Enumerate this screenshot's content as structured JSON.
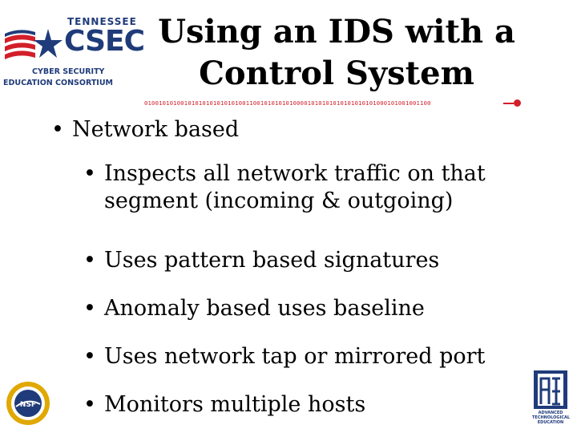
{
  "logo": {
    "state": "TENNESSEE",
    "name": "CSEC",
    "line1": "CYBER SECURITY",
    "line2": "EDUCATION CONSORTIUM"
  },
  "slide": {
    "title_line1": "Using an IDS with a",
    "title_line2": "Control System",
    "binary": "0100101010010101010101010100110010101010100001010101010101010101000101001001100",
    "bullets": {
      "main": "Network based",
      "subs": [
        "Inspects all network traffic on that segment (incoming & outgoing)",
        "Uses pattern based signatures",
        "Anomaly based uses baseline",
        "Uses network tap or mirrored port",
        "Monitors multiple hosts"
      ]
    }
  },
  "footer": {
    "nsf_text": "NSF",
    "ate_label_line1": "ADVANCED",
    "ate_label_line2": "TECHNOLOGICAL",
    "ate_label_line3": "EDUCATION"
  },
  "colors": {
    "brand_blue": "#1f3b7a",
    "accent_red": "#d21f2a"
  }
}
